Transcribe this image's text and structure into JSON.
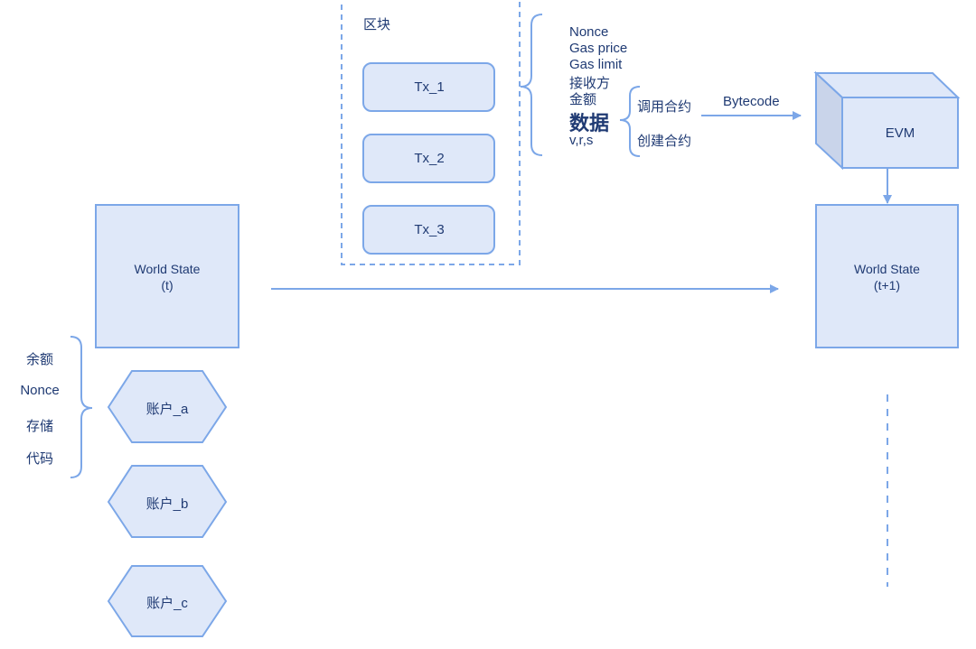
{
  "block": {
    "label": "区块",
    "txs": [
      "Tx_1",
      "Tx_2",
      "Tx_3"
    ]
  },
  "tx_fields": {
    "nonce": "Nonce",
    "gas_price": "Gas price",
    "gas_limit": "Gas limit",
    "recipient": "接收方",
    "amount": "金额",
    "data": "数据",
    "vrs": "v,r,s"
  },
  "data_branches": {
    "call": "调用合约",
    "create": "创建合约"
  },
  "bytecode_label": "Bytecode",
  "evm_label": "EVM",
  "world_state_t": {
    "title": "World State",
    "sub": "(t)"
  },
  "world_state_t1": {
    "title": "World State",
    "sub": "(t+1)"
  },
  "account_fields": {
    "balance": "余额",
    "nonce": "Nonce",
    "storage": "存储",
    "code": "代码"
  },
  "accounts": [
    "账户_a",
    "账户_b",
    "账户_c"
  ],
  "colors": {
    "stroke": "#7ca7e8",
    "fill": "#dfe8f9",
    "evm_side": "#c9d4ea",
    "text": "#1f3a73"
  }
}
